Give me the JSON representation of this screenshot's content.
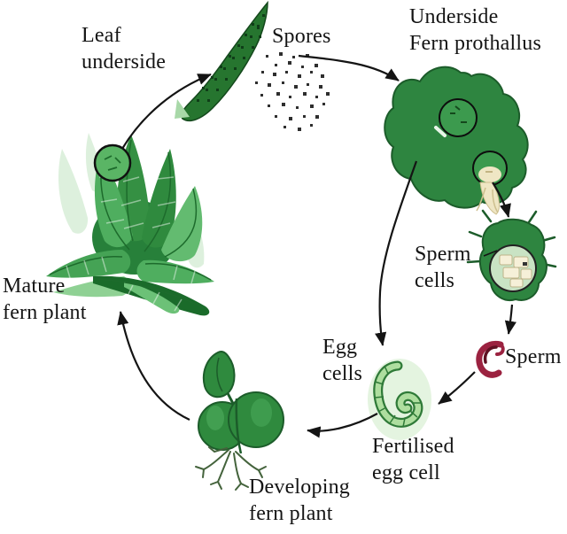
{
  "labels": {
    "leaf_underside": "Leaf\nunderside",
    "spores": "Spores",
    "underside_fern_prothallus": "Underside\nFern prothallus",
    "sperm_cells": "Sperm\ncells",
    "sperm": "Sperm",
    "egg_cells": "Egg\ncells",
    "fertilised_egg_cell": "Fertilised\negg cell",
    "developing_fern_plant": "Developing\nfern plant",
    "mature_fern_plant": "Mature\nfern plant"
  },
  "colors": {
    "background": "#ffffff",
    "text": "#141414",
    "arrow": "#141414",
    "foliage_dark": "#1a6b2a",
    "foliage_main": "#2e8540",
    "foliage_light": "#8fd194",
    "embryo_green": "#aede9f",
    "sperm_red": "#9b2240",
    "antheridium_cells_pale": "#f6f0d8"
  }
}
